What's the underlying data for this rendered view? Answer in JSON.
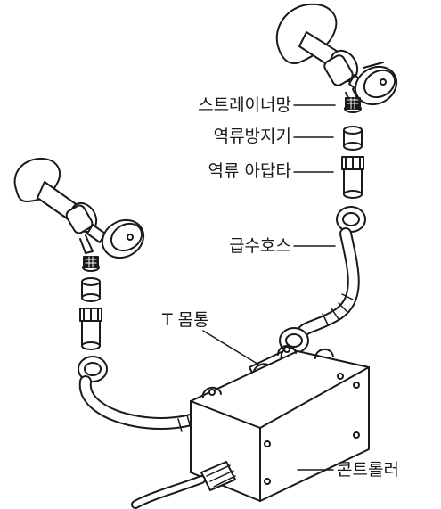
{
  "labels": {
    "strainer": "스트레이너망",
    "check_valve": "역류방지기",
    "adapter": "역류 아답타",
    "supply_hose": "급수호스",
    "t_body": "T 몸통",
    "controller": "콘트롤러"
  },
  "colors": {
    "ink": "#1a1a1a",
    "fill": "#ffffff",
    "shade": "#cfcfcf"
  }
}
